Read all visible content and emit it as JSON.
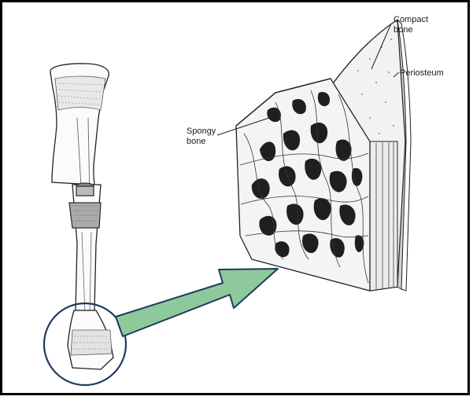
{
  "labels": {
    "compact": [
      "Compact",
      "bone"
    ],
    "periosteum": "Periosteum",
    "spongy": [
      "Spongy",
      "bone"
    ]
  },
  "colors": {
    "frame": "#000000",
    "arrow_fill": "#8ec99b",
    "arrow_stroke": "#1e3a5f",
    "circle_stroke": "#1e3a5f",
    "ink": "#1a1a1a"
  }
}
